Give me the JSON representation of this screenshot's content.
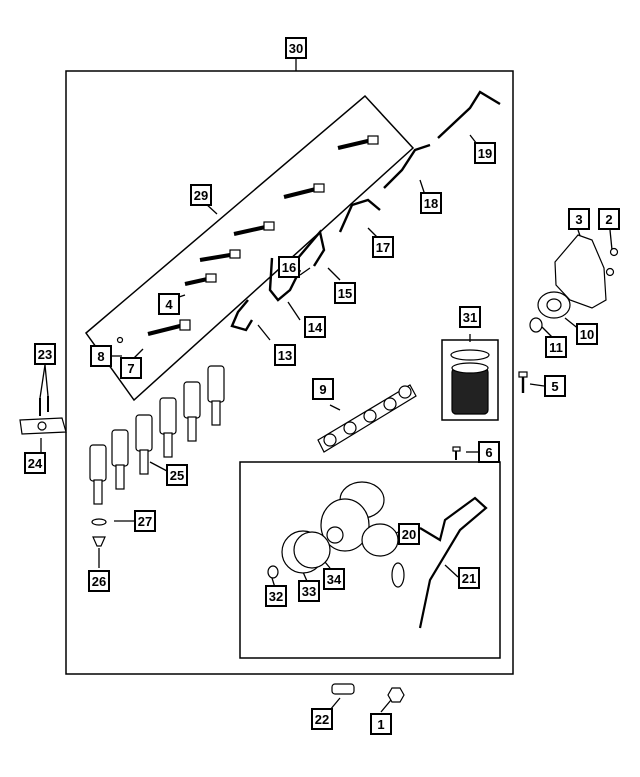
{
  "callouts": {
    "c1": "1",
    "c2": "2",
    "c3": "3",
    "c4": "4",
    "c5": "5",
    "c6": "6",
    "c7": "7",
    "c8": "8",
    "c9": "9",
    "c10": "10",
    "c11": "11",
    "c13": "13",
    "c14": "14",
    "c15": "15",
    "c16": "16",
    "c17": "17",
    "c18": "18",
    "c19": "19",
    "c20": "20",
    "c21": "21",
    "c22": "22",
    "c23": "23",
    "c24": "24",
    "c25": "25",
    "c26": "26",
    "c27": "27",
    "c29": "29",
    "c30": "30",
    "c31": "31",
    "c32": "32",
    "c33": "33",
    "c34": "34"
  },
  "colors": {
    "line": "#000000",
    "part_fill": "#ffffff",
    "part_shade": "#d9d9d9"
  }
}
